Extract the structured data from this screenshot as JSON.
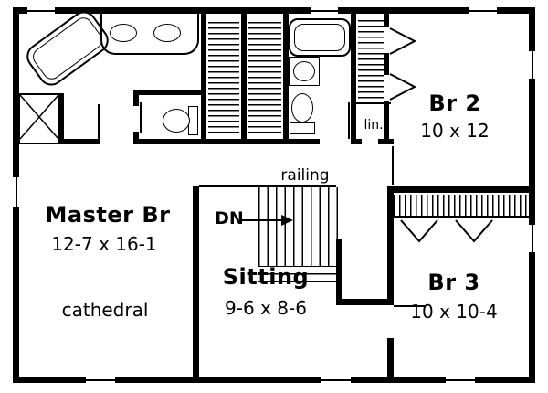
{
  "rooms": {
    "master": {
      "name": "Master Br",
      "dims": "12-7 x 16-1",
      "note": "cathedral"
    },
    "sitting": {
      "name": "Sitting",
      "dims": "9-6 x 8-6"
    },
    "br2": {
      "name": "Br 2",
      "dims": "10 x 12"
    },
    "br3": {
      "name": "Br 3",
      "dims": "10 x 10-4"
    }
  },
  "labels": {
    "railing": "railing",
    "down": "DN",
    "linen": "lin."
  },
  "colors": {
    "line": "#000000",
    "background": "#ffffff"
  },
  "icons": [
    "corner-tub",
    "vanity-sinks",
    "shower",
    "toilet",
    "bathtub",
    "pedestal-sink",
    "stairs",
    "dn-arrow",
    "bifold-door",
    "closet-hatch",
    "window-marker",
    "railing-line"
  ]
}
